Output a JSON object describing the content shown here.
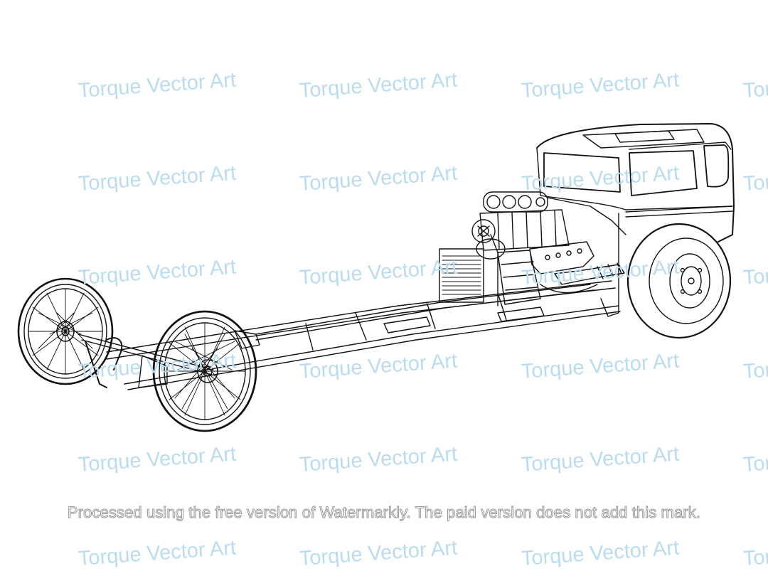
{
  "watermark": {
    "text": "Torque Vector Art",
    "color": "#b9dcf0"
  },
  "footer": {
    "text": "Processed using the free version of Watermarkly. The paid version does not add this mark."
  },
  "drawing": {
    "subject": "dragster-line-art",
    "stroke_color": "#111111"
  }
}
